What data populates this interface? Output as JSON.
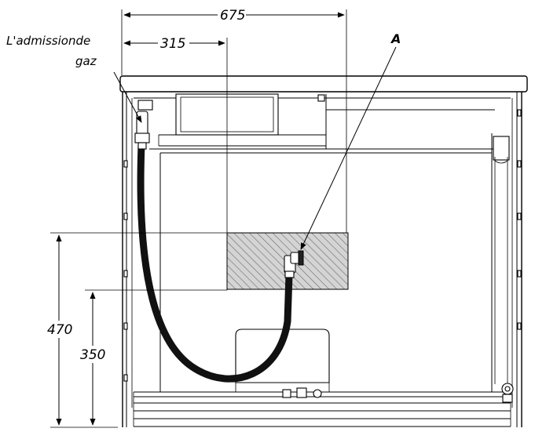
{
  "dimensions": {
    "overall_width": "675",
    "inlet_offset": "315",
    "height_top": "470",
    "height_bottom": "350"
  },
  "labels": {
    "gas_inlet_line1": "L'admissionde",
    "gas_inlet_line2": "gaz",
    "point_a": "A"
  },
  "colors": {
    "zone_fill": "#d4d4d4",
    "hatch": "#6a6a6a",
    "hose": "#111111",
    "line": "#000000"
  }
}
